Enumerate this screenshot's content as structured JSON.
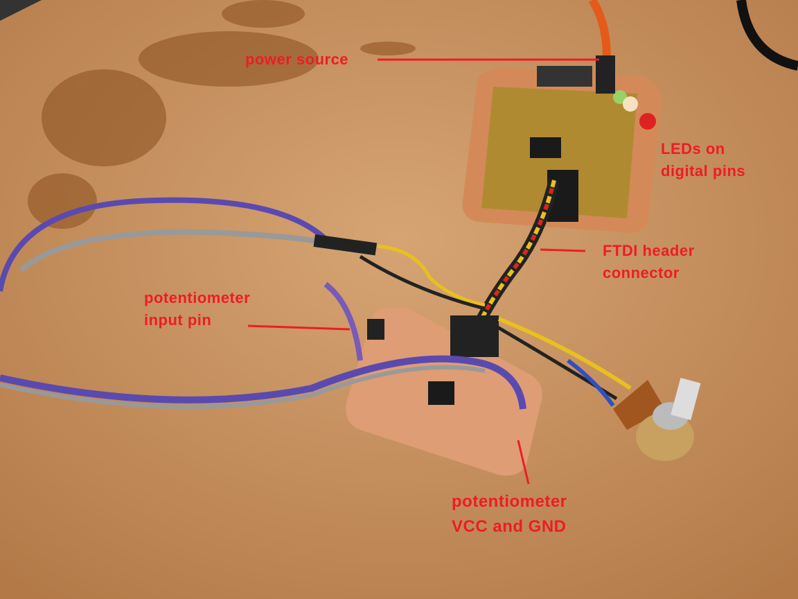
{
  "annotations": {
    "power_source": "power source",
    "leds_line1": "LEDs on",
    "leds_line2": "digital pins",
    "ftdi_line1": "FTDI header",
    "ftdi_line2": "connector",
    "pot_input_line1": "potentiometer",
    "pot_input_line2": "input pin",
    "pot_vcc_line1": "potentiometer",
    "pot_vcc_line2": "VCC and GND"
  },
  "colors": {
    "annotation": "#ee1c25",
    "wood": "#c99560",
    "pcb_copper": "#d99a6a",
    "pcb_gold": "#b8902a"
  }
}
